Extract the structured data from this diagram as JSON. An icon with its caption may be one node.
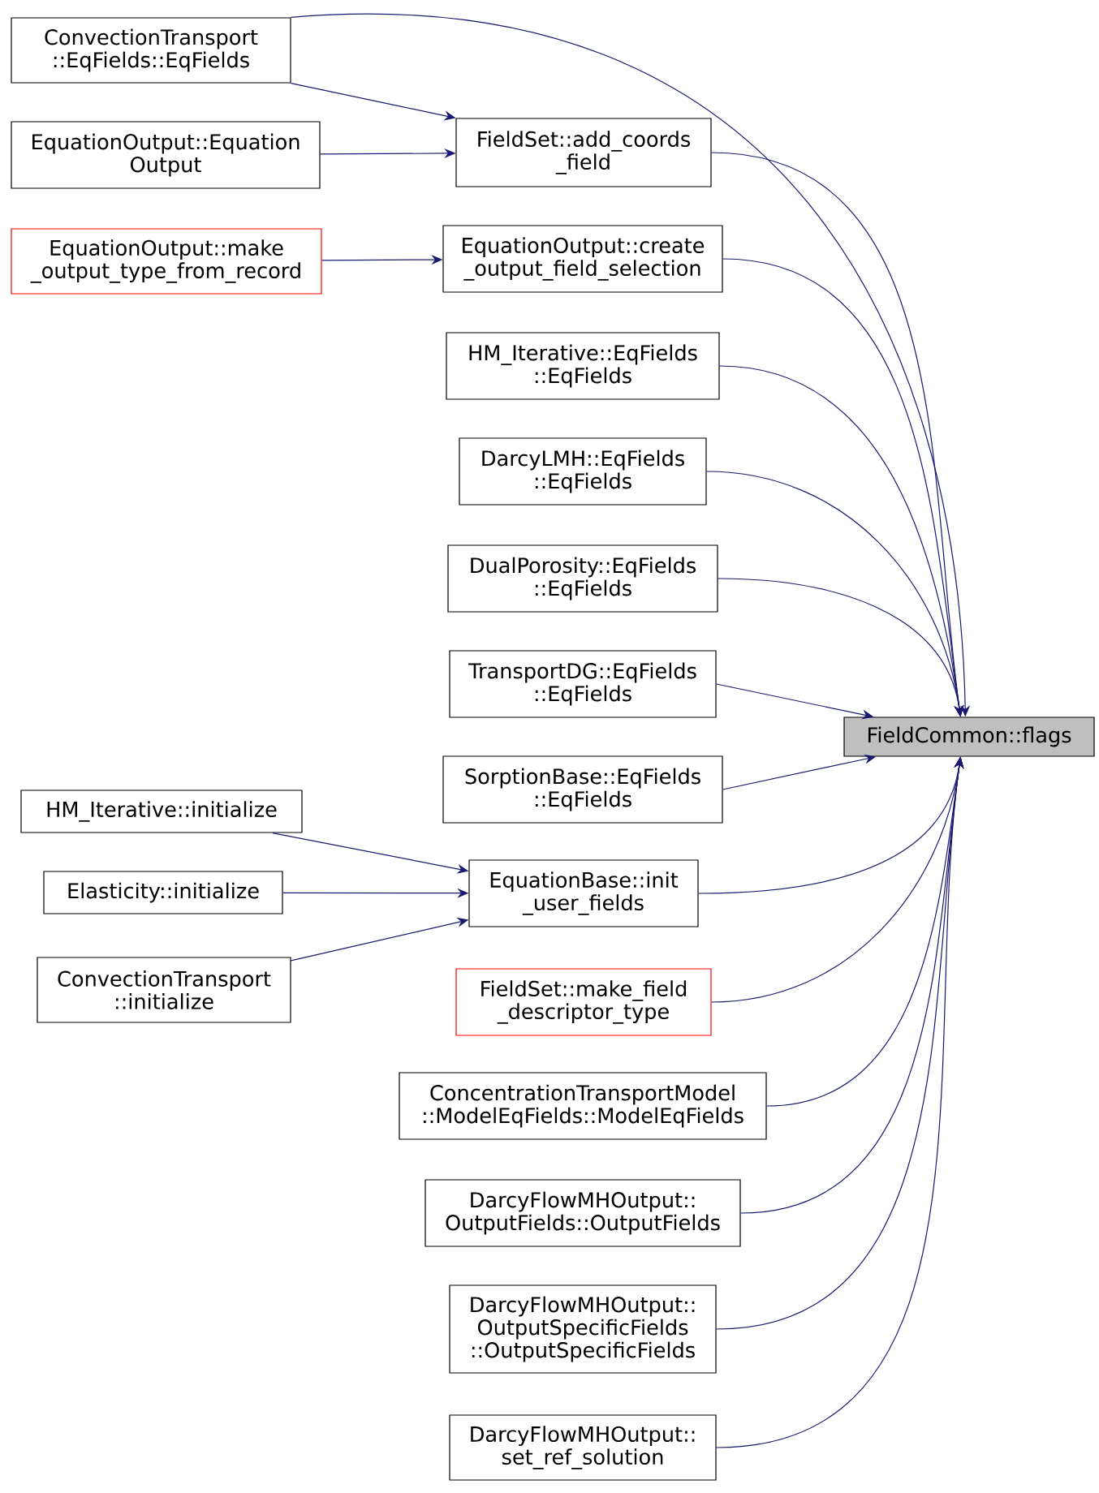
{
  "diagram": {
    "nodes": [
      {
        "text": [
          "ConvectionTransport ::EqFields::EqFields"
        ]
      },
      {
        "text": [
          "EquationOutput::Equation Output"
        ]
      },
      {
        "text": [
          "EquationOutput::make _output_type_from_record"
        ]
      },
      {
        "text": [
          "FieldSet::add_coords _field"
        ]
      },
      {
        "text": [
          "EquationOutput::create _output_field_selection"
        ]
      },
      {
        "text": [
          "HM_Iterative::EqFields ::EqFields"
        ]
      },
      {
        "text": [
          "DarcyLMH::EqFields ::EqFields"
        ]
      },
      {
        "text": [
          "DualPorosity::EqFields ::EqFields"
        ]
      },
      {
        "text": [
          "TransportDG::EqFields ::EqFields"
        ]
      },
      {
        "text": [
          "SorptionBase::EqFields ::EqFields"
        ]
      },
      {
        "text": [
          "FieldCommon::flags"
        ]
      },
      {
        "text": [
          "HM_Iterative::initialize"
        ]
      },
      {
        "text": [
          "Elasticity::initialize"
        ]
      },
      {
        "text": [
          "ConvectionTransport ::initialize"
        ]
      },
      {
        "text": [
          "EquationBase::init _user_fields"
        ]
      },
      {
        "text": [
          "FieldSet::make_field _descriptor_type"
        ]
      },
      {
        "text": [
          "ConcentrationTransportModel ::ModelEqFields::ModelEqFields"
        ]
      },
      {
        "text": [
          "DarcyFlowMHOutput:: OutputFields::OutputFields"
        ]
      },
      {
        "text": [
          "DarcyFlowMHOutput:: OutputSpecificFields ::OutputSpecificFields"
        ]
      },
      {
        "text": [
          "DarcyFlowMHOutput:: set_ref_solution"
        ]
      }
    ],
    "edges": [
      {
        "from": 0,
        "to": 3,
        "arrow": "to"
      },
      {
        "from": 0,
        "to": 10,
        "arrow": "to"
      },
      {
        "from": 1,
        "to": 3,
        "arrow": "to"
      },
      {
        "from": 2,
        "to": 4,
        "arrow": "to"
      },
      {
        "from": 3,
        "to": 10,
        "arrow": "to"
      },
      {
        "from": 4,
        "to": 10,
        "arrow": "to"
      },
      {
        "from": 5,
        "to": 10,
        "arrow": "to"
      },
      {
        "from": 6,
        "to": 10,
        "arrow": "to"
      },
      {
        "from": 7,
        "to": 10,
        "arrow": "to"
      },
      {
        "from": 8,
        "to": 10,
        "arrow": "to"
      },
      {
        "from": 9,
        "to": 10,
        "arrow": "to"
      },
      {
        "from": 11,
        "to": 14,
        "arrow": "to"
      },
      {
        "from": 12,
        "to": 14,
        "arrow": "to"
      },
      {
        "from": 13,
        "to": 14,
        "arrow": "to"
      },
      {
        "from": 14,
        "to": 10,
        "arrow": "to"
      },
      {
        "from": 15,
        "to": 10,
        "arrow": "to"
      },
      {
        "from": 16,
        "to": 10,
        "arrow": "to"
      },
      {
        "from": 17,
        "to": 10,
        "arrow": "to"
      },
      {
        "from": 18,
        "to": 10,
        "arrow": "to"
      },
      {
        "from": 19,
        "to": 10,
        "arrow": "to"
      }
    ]
  }
}
